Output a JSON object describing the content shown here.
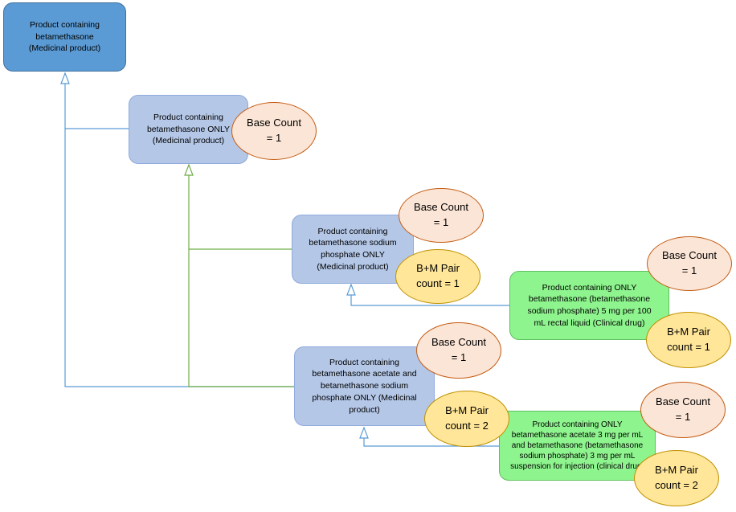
{
  "nodes": {
    "root": "Product containing\nbetamethasone\n(Medicinal product)",
    "only": "Product containing\nbetamethasone ONLY\n(Medicinal product)",
    "phosphate": "Product containing\nbetamethasone sodium\nphosphate ONLY\n(Medicinal product)",
    "acetate_phosphate": "Product containing\nbetamethasone acetate and\nbetamethasone sodium\nphosphate ONLY (Medicinal\nproduct)",
    "rectal_liquid": "Product containing ONLY\nbetamethasone (betamethasone\nsodium phosphate) 5 mg per 100\nmL rectal liquid (Clinical drug)",
    "injection": "Product containing ONLY\nbetamethasone acetate 3 mg per mL\nand betamethasone (betamethasone\nsodium phosphate) 3 mg per mL\nsuspension for injection (clinical drug)"
  },
  "counts": {
    "only_base": "Base Count\n= 1",
    "phosphate_base": "Base Count\n= 1",
    "phosphate_pair": "B+M Pair\ncount = 1",
    "rectal_base": "Base Count\n= 1",
    "rectal_pair": "B+M Pair\ncount = 1",
    "acetate_base": "Base Count\n= 1",
    "acetate_pair": "B+M Pair\ncount = 2",
    "injection_base": "Base Count\n= 1",
    "injection_pair": "B+M Pair\ncount = 2"
  },
  "colors": {
    "root_fill": "#5b9bd5",
    "concept_fill": "#b4c7e7",
    "drug_fill": "#8ef48e",
    "base_count_fill": "#fbe5d6",
    "pair_count_fill": "#ffe699",
    "blue_line": "#5b9bd5",
    "green_line": "#70ad47"
  }
}
